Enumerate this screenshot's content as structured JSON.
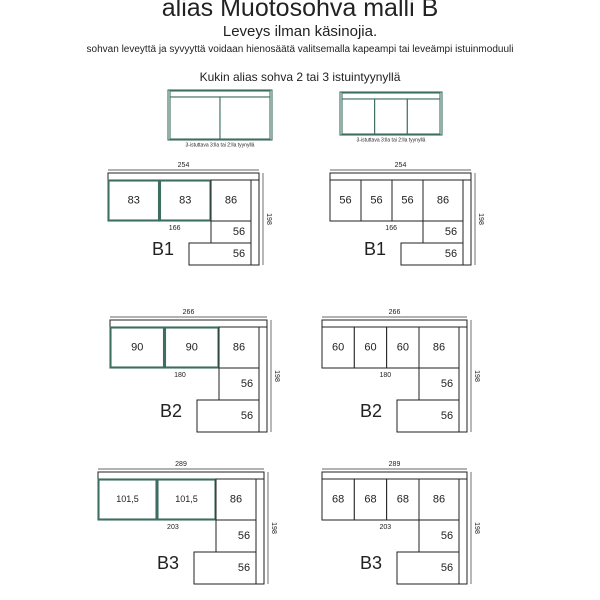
{
  "header": {
    "title": "alias Muotosohva malli B",
    "subtitle": "Leveys ilman käsinojia.",
    "note": "sohvan leveyttä ja syvyyttä voidaan hienosäätä valitsemalla kapeampi tai leveämpi istuinmoduuli",
    "section_heading": "Kukin alias sohva 2 tai 3 istuintyynyllä"
  },
  "cushion_options": [
    {
      "caption": "3-istuttava 3:lla tai 2:lla tyynyllä",
      "cushions": 2
    },
    {
      "caption": "3-istuttava 3:lla tai 2:lla tyynyllä",
      "cushions": 3
    }
  ],
  "models": [
    {
      "model": "B1",
      "total_width": "254",
      "inner_width": "166",
      "depth": "198",
      "left": {
        "seats": [
          "83",
          "83"
        ],
        "corner": "86",
        "chaise": [
          "56",
          "56"
        ]
      },
      "right": {
        "seats": [
          "56",
          "56",
          "56"
        ],
        "corner": "86",
        "chaise": [
          "56",
          "56"
        ]
      }
    },
    {
      "model": "B2",
      "total_width": "266",
      "inner_width": "180",
      "depth": "198",
      "left": {
        "seats": [
          "90",
          "90"
        ],
        "corner": "86",
        "chaise": [
          "56",
          "56"
        ]
      },
      "right": {
        "seats": [
          "60",
          "60",
          "60"
        ],
        "corner": "86",
        "chaise": [
          "56",
          "56"
        ]
      }
    },
    {
      "model": "B3",
      "total_width": "289",
      "inner_width": "203",
      "depth": "198",
      "left": {
        "seats": [
          "101,5",
          "101,5"
        ],
        "corner": "86",
        "chaise": [
          "56",
          "56"
        ]
      },
      "right": {
        "seats": [
          "68",
          "68",
          "68"
        ],
        "corner": "86",
        "chaise": [
          "56",
          "56"
        ]
      }
    }
  ]
}
